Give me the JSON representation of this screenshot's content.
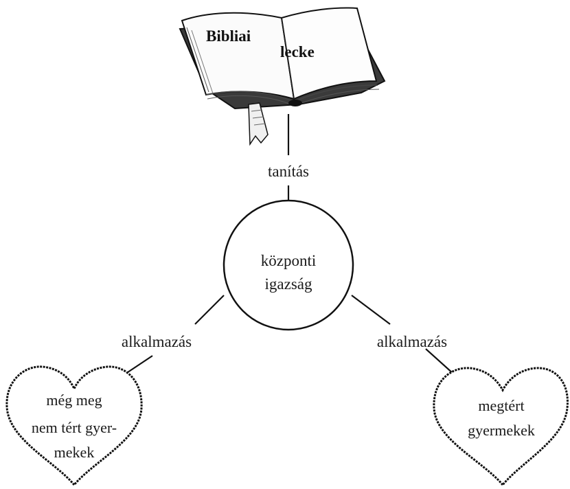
{
  "book": {
    "label_left": "Bibliai",
    "label_right": "lecke",
    "icon": "open-book-icon"
  },
  "edges": {
    "top": "tanítás",
    "left": "alkalmazás",
    "right": "alkalmazás"
  },
  "center": {
    "line1": "központi",
    "line2": "igazság"
  },
  "hearts": {
    "left": {
      "line1": "még meg",
      "line2": "nem tért gyer-",
      "line3": "mekek",
      "icon": "heart-icon"
    },
    "right": {
      "line1": "megtért",
      "line2": "gyermekek",
      "icon": "heart-icon"
    }
  },
  "colors": {
    "stroke": "#111111",
    "background": "#ffffff"
  }
}
